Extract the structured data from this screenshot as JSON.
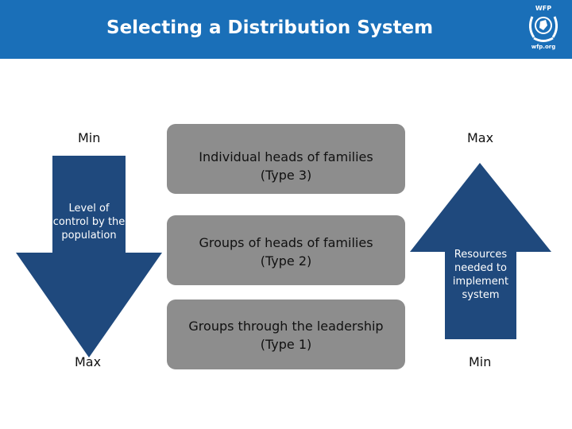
{
  "header": {
    "title": "Selecting a Distribution System",
    "logo_top": "WFP",
    "logo_bottom": "wfp.org"
  },
  "left_axis": {
    "top_label": "Min",
    "bottom_label": "Max",
    "arrow_text": "Level of control by the population"
  },
  "right_axis": {
    "top_label": "Max",
    "bottom_label": "Min",
    "arrow_text": "Resources needed to implement system"
  },
  "boxes": [
    {
      "line1": "Individual heads of families",
      "line2": "(Type 3)"
    },
    {
      "line1": "Groups of heads of families",
      "line2": "(Type 2)"
    },
    {
      "line1": "Groups through the leadership",
      "line2": "(Type 1)"
    }
  ],
  "colors": {
    "header": "#1a6fb8",
    "arrow": "#1f497d",
    "box": "#8d8d8d"
  }
}
